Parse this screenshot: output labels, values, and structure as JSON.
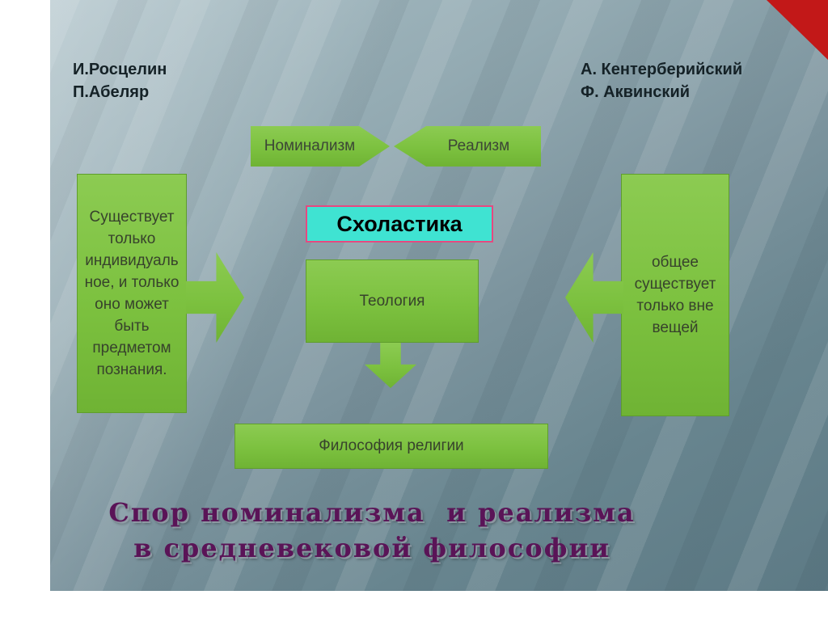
{
  "slide": {
    "thinkers_left": {
      "line1": "И.Росцелин",
      "line2": "П.Абеляр"
    },
    "thinkers_right": {
      "line1": "А. Кентерберийский",
      "line2": "Ф. Аквинский"
    },
    "nominalism_label": "Номинализм",
    "realism_label": "Реализм",
    "scholastics_label": "Схоластика",
    "theology_label": "Теология",
    "nominalism_thesis": "Существует только индивидуальное, и только оно может быть предметом познания.",
    "realism_thesis": "общее существует только вне вещей",
    "philosophy_of_religion_label": "Философия религии",
    "title": {
      "line1": "Спор номинализма  и реализма",
      "line2": "в средневековой философии"
    },
    "colors": {
      "box_green": "#7cc13f",
      "scholastics_fill": "#3fe3d2",
      "scholastics_border": "#e64980",
      "title_purple": "#5a1457",
      "corner_red": "#c21818",
      "background_top": "#aabfc6",
      "background_bottom": "#5d7a85"
    }
  }
}
